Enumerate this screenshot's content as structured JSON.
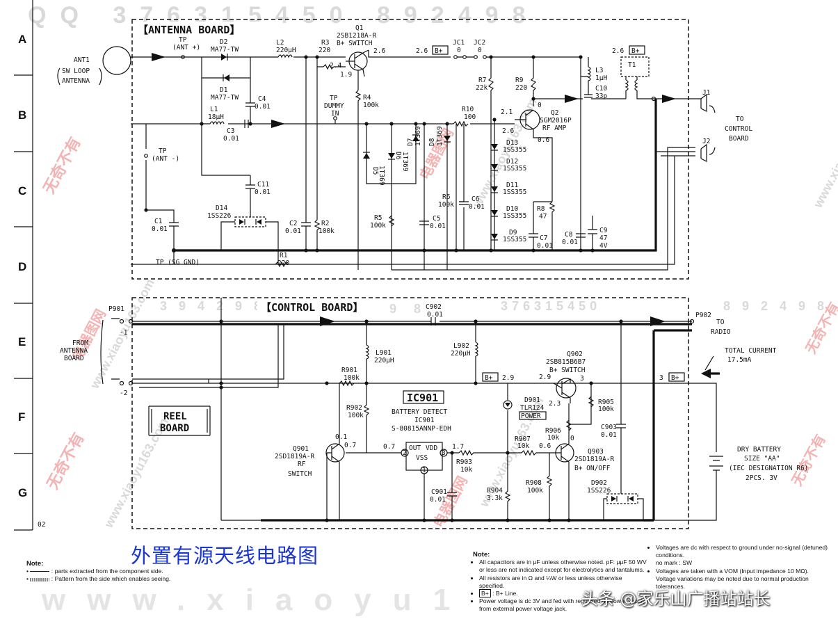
{
  "watermark": {
    "top_code": "QQ 376315450   892498",
    "mid_code_1": "376315450",
    "mid_code_2": "3 9 4 2 9 8",
    "mid_code_3": "8 9 2 4 9 8",
    "site": "www.xiaoyu163.com",
    "site_bottom": "www.xiaoyu1",
    "red_brand": "无奇不有",
    "red_brand_2": "电器图网"
  },
  "rows": [
    "A",
    "B",
    "C",
    "D",
    "E",
    "F",
    "G"
  ],
  "page_number": "02",
  "antenna_board": {
    "title": "【ANTENNA BOARD】",
    "ant1": "ANT1",
    "ant1_desc_1": "SW LOOP",
    "ant1_desc_2": "ANTENNA",
    "tp_ant_plus": "TP",
    "tp_ant_plus_2": "(ANT +)",
    "tp_ant_minus": "TP",
    "tp_ant_minus_2": "(ANT -)",
    "tp_dummy": "TP",
    "tp_dummy_2": "DUMMY",
    "tp_dummy_3": "IN",
    "tp_sg_gnd": "TP  (SG GND)",
    "d2": "D2",
    "d2_part": "MA77-TW",
    "d1": "D1",
    "d1_part": "MA77-TW",
    "l1": "L1",
    "l1_val": "18μH",
    "l2": "L2",
    "l2_val": "220μH",
    "l3": "L3",
    "l3_val": "1μH",
    "c1": "C1",
    "c1_val": "0.01",
    "c2": "C2",
    "c2_val": "0.01",
    "c3": "C3",
    "c3_val": "0.01",
    "c4": "C4",
    "c4_val": "0.01",
    "c5": "C5",
    "c5_val": "0.01",
    "c6": "C6",
    "c6_val": "0.01",
    "c7": "C7",
    "c7_val": "0.01",
    "c8": "C8",
    "c8_val": "0.01",
    "c9": "C9",
    "c9_val": "47",
    "c9_val2": "4V",
    "c10": "C10",
    "c10_val": "33p",
    "c11": "C11",
    "c11_val": "0.01",
    "r1": "R1",
    "r1_val": "220",
    "r2": "R2",
    "r2_val": "100k",
    "r3": "R3",
    "r3_val": "220",
    "r4": "R4",
    "r4_val": "100k",
    "r5": "R5",
    "r5_val": "100k",
    "r6": "R6",
    "r6_val": "100k",
    "r7": "R7",
    "r7_val": "22k",
    "r8": "R8",
    "r8_val": "47",
    "r9": "R9",
    "r9_val": "220",
    "r10": "R10",
    "r10_val": "100",
    "q1": "Q1",
    "q1_part": "2SB1218A-R",
    "q1_func": "B+ SWITCH",
    "q1_v_b": "2.4",
    "q1_v_e": "2.6",
    "q1_v_c": "1.9",
    "q2": "Q2",
    "q2_part": "SGM2016P",
    "q2_func": "RF AMP",
    "q2_v_g": "2.1",
    "q2_v_s": "2.6",
    "q2_v_d": "0",
    "q2_v_s2": "0.6",
    "d14": "D14",
    "d14_part": "1SS226",
    "d5": "D5",
    "d5_part": "1T369",
    "d6": "D6",
    "d6_part": "1T369",
    "d7": "D7",
    "d7_part": "1T369",
    "d8": "D8",
    "d8_part": "1T369",
    "d9": "D9",
    "d10": "D10",
    "d11": "D11",
    "d12": "D12",
    "d13": "D13",
    "d_part_355": "1SS355",
    "jc1": "JC1",
    "jc1_val": "0",
    "jc2": "JC2",
    "jc2_val": "0",
    "v_26": "2.6",
    "bplus": "B+",
    "t1": "T1",
    "j1": "J1",
    "j2": "J2",
    "to_control_1": "TO",
    "to_control_2": "CONTROL",
    "to_control_3": "BOARD"
  },
  "control_board": {
    "title": "【CONTROL BOARD】",
    "p901": "P901",
    "p901_pin1": "-1",
    "p901_pin2": "-2",
    "from_antenna_1": "FROM",
    "from_antenna_2": "ANTENNA",
    "from_antenna_3": "BOARD",
    "reel_board_1": "REEL",
    "reel_board_2": "BOARD",
    "c902": "C902",
    "c902_val": "0.01",
    "c901": "C901",
    "c901_val": "0.01",
    "c903": "C903",
    "c903_val": "0.01",
    "l901": "L901",
    "l901_val": "220μH",
    "l902": "L902",
    "l902_val": "220μH",
    "r901": "R901",
    "r901_val": "100k",
    "r902": "R902",
    "r902_val": "100k",
    "r903": "R903",
    "r903_val": "10k",
    "r904": "R904",
    "r904_val": "3.3k",
    "r905": "R905",
    "r905_val": "100k",
    "r906": "R906",
    "r906_val": "10k",
    "r907": "R907",
    "r907_val": "10k",
    "r908": "R908",
    "r908_val": "100k",
    "ic901_box": "IC901",
    "ic901_func": "BATTERY DETECT",
    "ic901": "IC901",
    "ic901_part": "S-80815ANNP-EDH",
    "ic_out": "OUT",
    "ic_vdd": "VDD",
    "ic_vss": "VSS",
    "ic_pin1": "1",
    "ic_pin2": "2",
    "ic_pin3": "3",
    "ic_v_in": "0.7",
    "ic_v_out": "1.7",
    "q901": "Q901",
    "q901_part": "2SD1819A-R",
    "q901_func_1": "RF",
    "q901_func_2": "SWITCH",
    "q901_v_c": "0.1",
    "q901_v_b": "0.7",
    "q902": "Q902",
    "q902_part": "2SB815B6B7",
    "q902_func": "B+ SWITCH",
    "q902_v_e": "2.9",
    "q902_v_c": "3",
    "q902_v_b": "2.3",
    "q903": "Q903",
    "q903_part": "2SD1819A-R",
    "q903_func": "B+ ON/OFF",
    "q903_v_b": "0.6",
    "q903_v_c": "0",
    "d901": "D901",
    "d901_part": "TLR124",
    "power_label": "POWER",
    "d902": "D902",
    "d902_part": "1SS226",
    "bplus": "B+",
    "v_29": "2.9",
    "v_3": "3",
    "p902": "P902",
    "to_radio_1": "TO",
    "to_radio_2": "RADIO",
    "total_current": "TOTAL CURRENT",
    "total_current_val": "17.5mA",
    "battery_1": "DRY BATTERY",
    "battery_2": "SIZE \"AA\"",
    "battery_3": "(IEC DESIGNATION R6)",
    "battery_4": "2PCS. 3V"
  },
  "caption": "外置有源天线电路图",
  "notes_left": {
    "title": "Note:",
    "item1": ": parts extracted from the component side.",
    "item2": ": Pattern from the side which enables seeing."
  },
  "notes_mid": {
    "title": "Note:",
    "item1": "All capacitors are in μF unless otherwise noted.  pF: μμF 50 WV or less are not indicated except for electrolytics and tantalums.",
    "item2": "All resistors are in Ω and ¼W or less unless otherwise specified.",
    "item3_box": "B+",
    "item3": ": B+ Line.",
    "item4": "Power voltage is dc 3V and fed with regulated dc power supply from external power voltage jack."
  },
  "notes_right": {
    "item1": "Voltages are dc with respect to ground under no-signal (detuned) conditions.",
    "item1b": "no mark : SW",
    "item2": "Voltages are taken with a VOM (Input impedance 10 MΩ). Voltage variations may be noted due to normal production tolerances."
  },
  "author_watermark": "头条 @家乐山广播站站长"
}
